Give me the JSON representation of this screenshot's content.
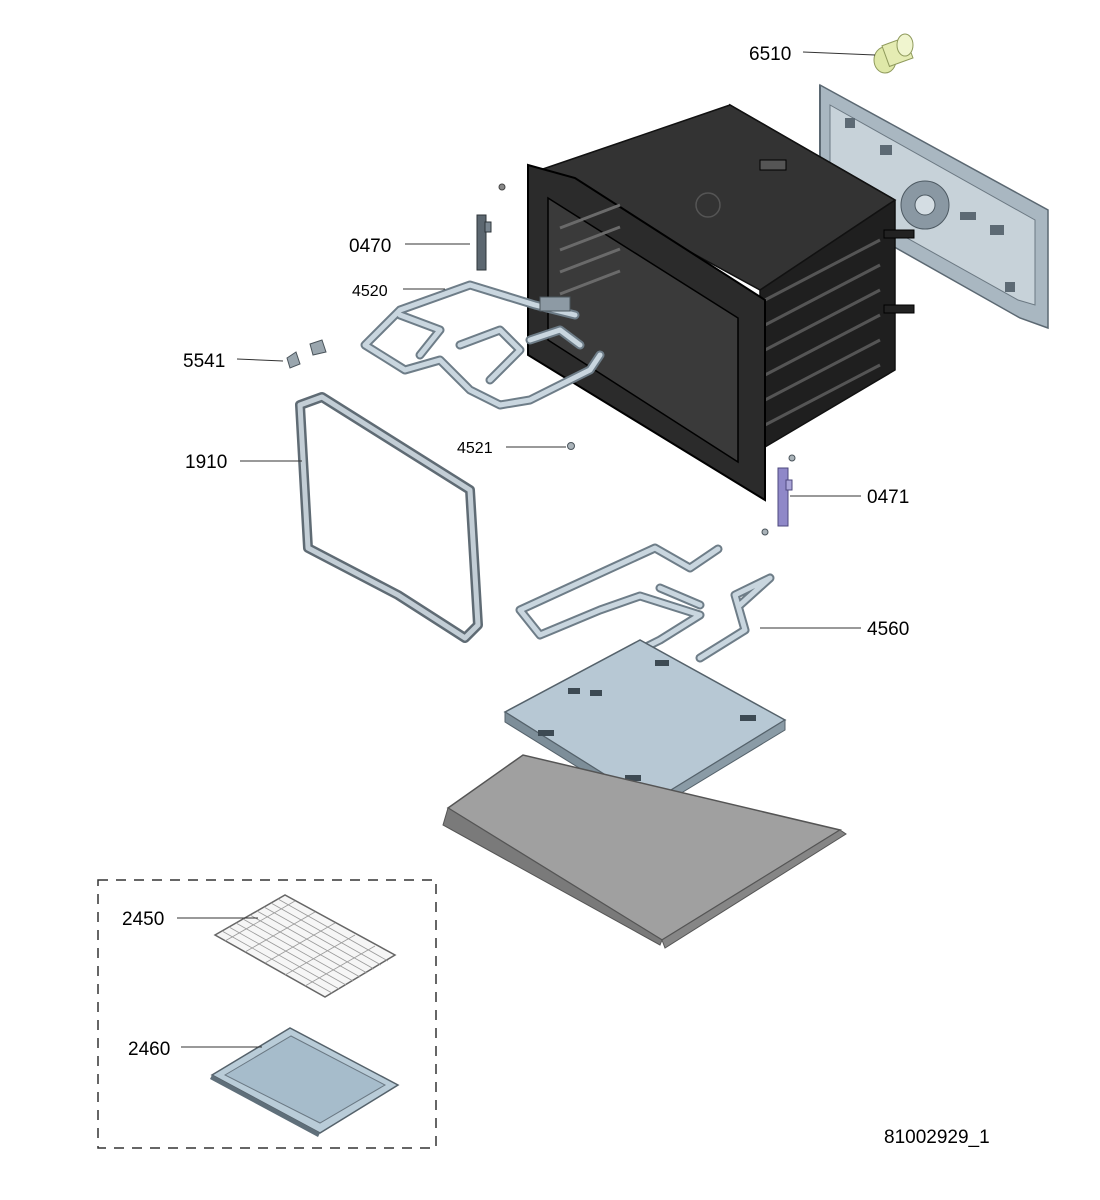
{
  "colors": {
    "cavity": "#2b2b2b",
    "cavity_edge": "#111111",
    "bracket_steel": "#a9b7c1",
    "plate_blue": "#b7c8d4",
    "floor_gray": "#9a9a9a",
    "lamp_yellow": "#e5ecb3",
    "clip_purple": "#8f88c8",
    "wire": "#6e7d88",
    "label": "#000000"
  },
  "parts": [
    {
      "id": "6510",
      "description": "lamp-cap"
    },
    {
      "id": "0470",
      "description": "left-rail-clip"
    },
    {
      "id": "4520",
      "description": "grill-heating-element"
    },
    {
      "id": "5541",
      "description": "element-bracket"
    },
    {
      "id": "1910",
      "description": "door-gasket"
    },
    {
      "id": "4521",
      "description": "screw"
    },
    {
      "id": "0471",
      "description": "right-rail-clip"
    },
    {
      "id": "4560",
      "description": "bottom-heating-element"
    },
    {
      "id": "2450",
      "description": "wire-rack"
    },
    {
      "id": "2460",
      "description": "baking-tray"
    }
  ],
  "labels": {
    "l6510": "6510",
    "l0470": "0470",
    "l4520": "4520",
    "l5541": "5541",
    "l1910": "1910",
    "l4521": "4521",
    "l0471": "0471",
    "l4560": "4560",
    "l2450": "2450",
    "l2460": "2460"
  },
  "drawing_number": "81002929_1"
}
